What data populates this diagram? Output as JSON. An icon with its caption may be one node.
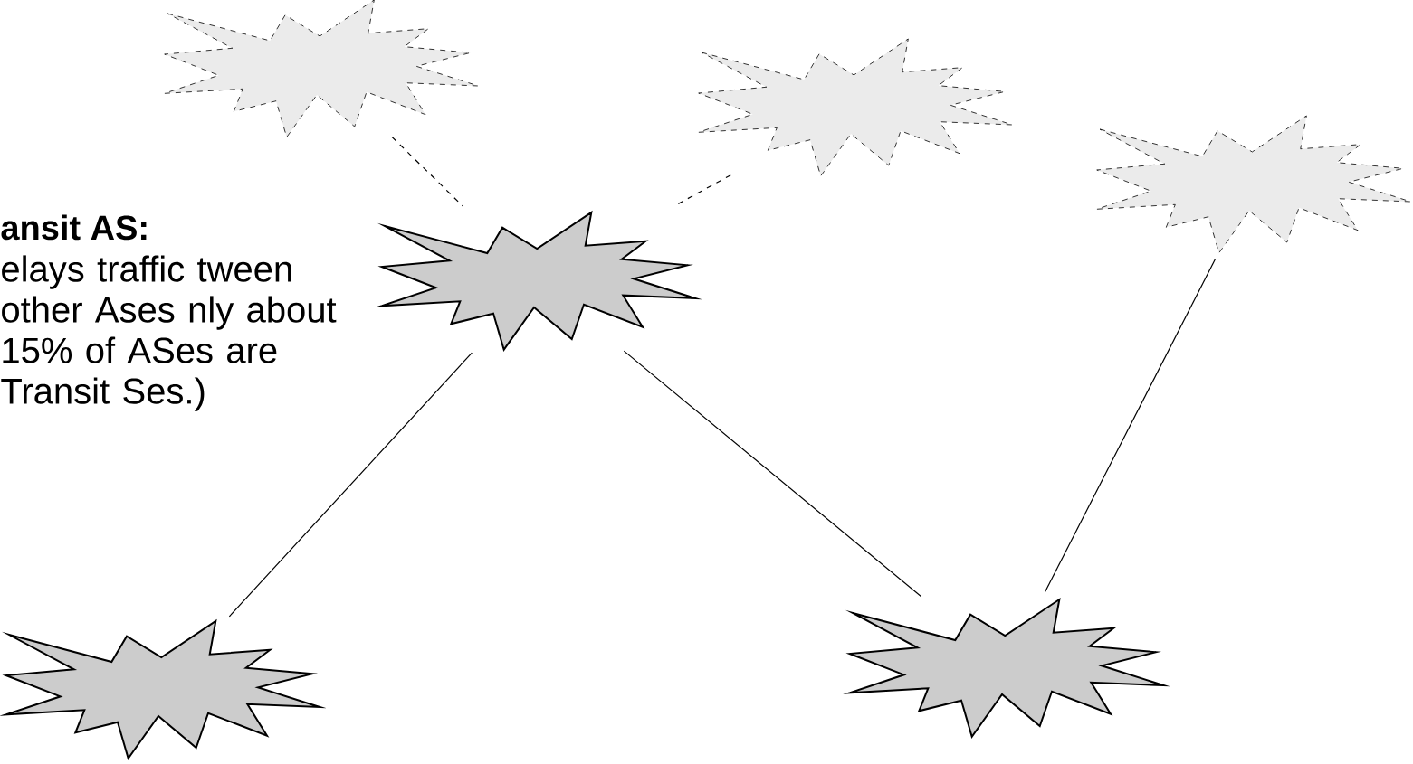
{
  "diagram": {
    "nodes": [
      {
        "text": [],
        "shape": "star"
      },
      {
        "text": [],
        "shape": "star"
      },
      {
        "text": [],
        "shape": "star"
      },
      {
        "text": [],
        "shape": "star"
      },
      {
        "text": [],
        "shape": "star"
      },
      {
        "text": [],
        "shape": "star"
      }
    ],
    "edges": [
      {
        "from": 0,
        "to": 3,
        "arrow": "none",
        "style": "dashed"
      },
      {
        "from": 3,
        "to": 1,
        "arrow": "none",
        "style": "dashed"
      },
      {
        "from": 3,
        "to": 4,
        "arrow": "none"
      },
      {
        "from": 3,
        "to": 5,
        "arrow": "none"
      },
      {
        "from": 5,
        "to": 2,
        "arrow": "none"
      }
    ],
    "labels": [
      "**ansit AS:**",
      "elays traffic tween other Ases nly about 15% of ASes are Transit Ses.)"
    ]
  }
}
